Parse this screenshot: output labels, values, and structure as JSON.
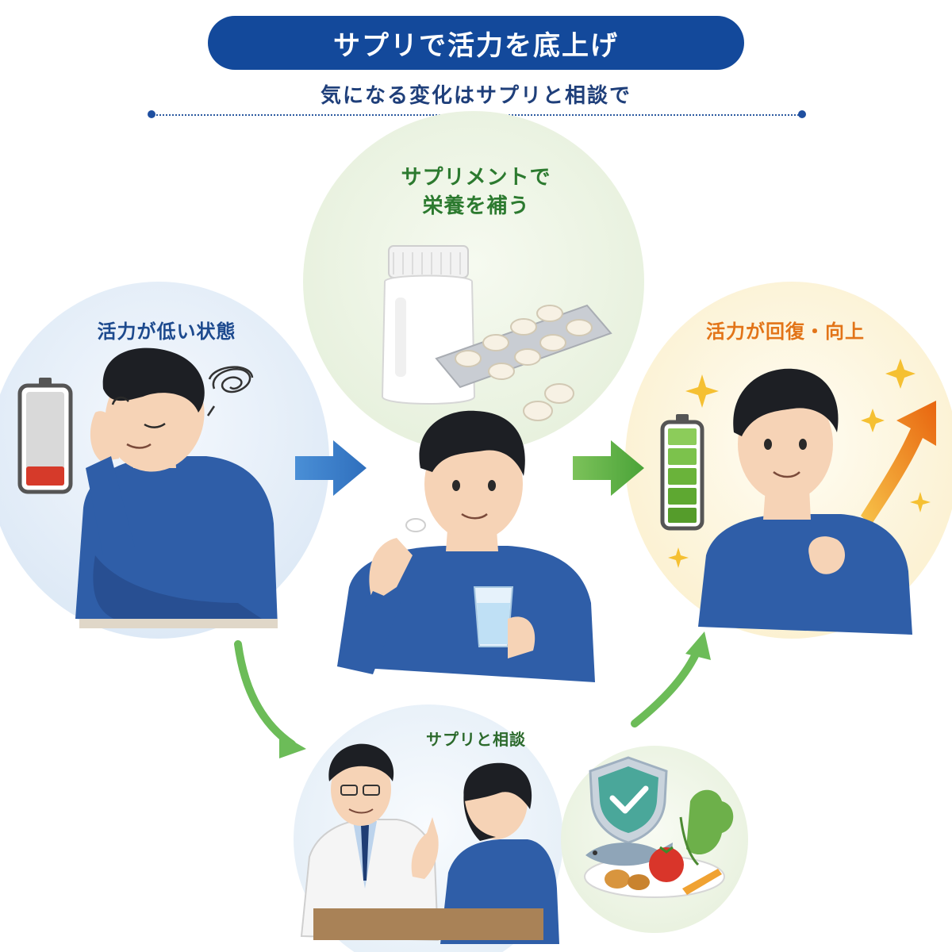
{
  "header": {
    "title": "サプリで活力を底上げ",
    "subtitle": "気になる変化はサプリと相談で"
  },
  "stages": {
    "low": {
      "label": "活力が低い状態",
      "battery_level": 0.15
    },
    "supplement": {
      "label_line1": "サプリメントで",
      "label_line2": "栄養を補う"
    },
    "recovered": {
      "label": "活力が回復・向上",
      "battery_level": 1.0
    },
    "consult": {
      "label": "サプリと相談"
    }
  },
  "colors": {
    "title_bg": "#13499b",
    "low_label": "#1d4a8e",
    "supplement_label": "#2c7a2f",
    "recovered_label": "#e27418",
    "battery_low": "#d63a2a",
    "battery_full": "#6ab33a",
    "arrow_blue": "#3a7bc8",
    "arrow_green": "#5aae45",
    "shirt": "#2f5ea8"
  },
  "icons": [
    "battery-low-icon",
    "dizzy-swirl-icon",
    "supplement-bottle-icon",
    "blister-pack-icon",
    "battery-full-icon",
    "sparkle-icon",
    "up-arrow-icon",
    "shield-check-icon",
    "food-plate-icon"
  ]
}
